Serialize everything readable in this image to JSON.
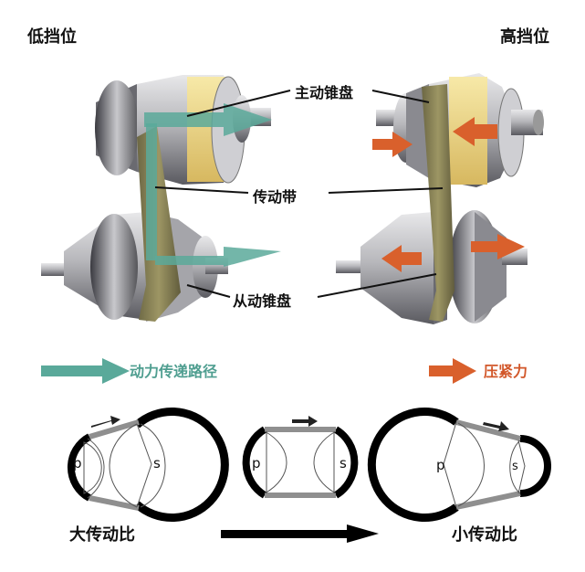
{
  "labels": {
    "low_gear": "低挡位",
    "high_gear": "高挡位",
    "drive_pulley": "主动锥盘",
    "belt": "传动带",
    "driven_pulley": "从动锥盘",
    "power_path": "动力传递路径",
    "clamp_force": "压紧力",
    "big_ratio": "大传动比",
    "small_ratio": "小传动比",
    "p": "p",
    "s": "s"
  },
  "colors": {
    "power_path": "#5aa99a",
    "clamp_force": "#d9602c",
    "belt": "#7f7a52",
    "yellow_band": "#f2dc8a",
    "metal": "#b9b9bd",
    "dark_metal": "#4a4a4e"
  },
  "icons": [
    "power-path-arrow-icon",
    "clamp-force-arrow-icon",
    "rotation-arrow-icon",
    "ratio-change-arrow-icon"
  ]
}
